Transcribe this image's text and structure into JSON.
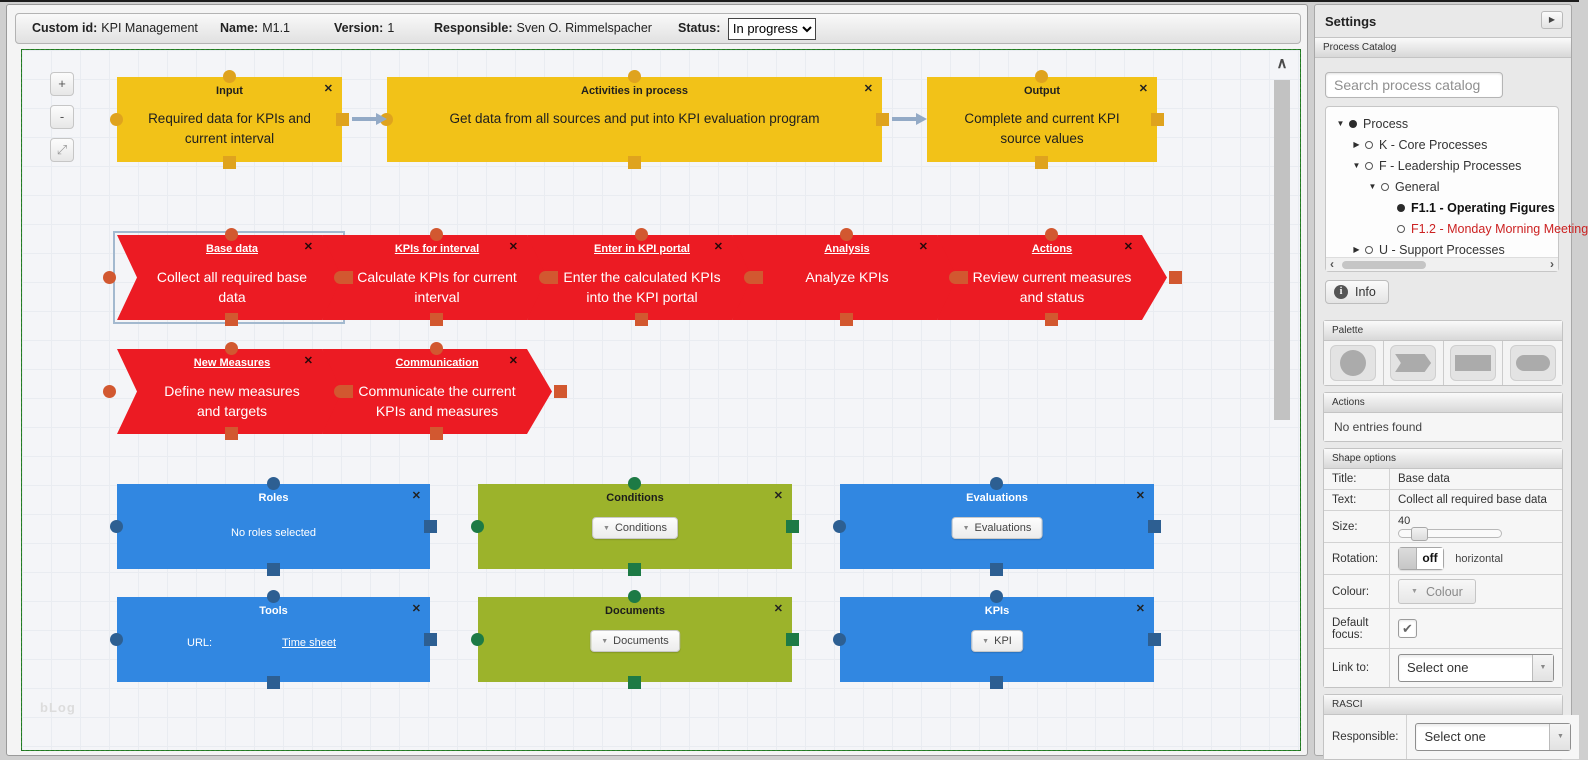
{
  "icons": {
    "close": "✕",
    "dropdown": "▼",
    "expand_down": "▼",
    "expand_right": "▶",
    "collapse_panel": "▶",
    "scroll_left": "‹",
    "scroll_right": "›",
    "scroll_up": "∧",
    "info": "i",
    "check": "✔",
    "zoom_in": "+",
    "zoom_out": "-",
    "fit_view": "⤢"
  },
  "header": {
    "custom_id_label": "Custom id:",
    "custom_id_value": "KPI Management",
    "name_label": "Name:",
    "name_value": "M1.1",
    "version_label": "Version:",
    "version_value": "1",
    "responsible_label": "Responsible:",
    "responsible_value": "Sven O. Rimmelspacher",
    "status_label": "Status:",
    "status_value": "In progress"
  },
  "canvas": {
    "watermark": "bLog",
    "colors": {
      "yellow": "#F2C218",
      "red": "#EC1B23",
      "blue": "#3187E1",
      "green": "#9CB32B",
      "yellow_connector": "#DFA31E",
      "red_connector": "#D25830",
      "blue_connector": "#2D5F92",
      "green_connector": "#1D7A45",
      "arrow": "#93AAC6",
      "selection": "#A3B9CF"
    },
    "yellow_boxes": [
      {
        "title": "Input",
        "text": "Required data for KPIs and current interval"
      },
      {
        "title": "Activities in process",
        "text": "Get data from all sources and put into KPI evaluation program"
      },
      {
        "title": "Output",
        "text": "Complete and current KPI source values"
      }
    ],
    "red_shapes": [
      {
        "title": "Base data",
        "text": "Collect all required base data",
        "selected": true
      },
      {
        "title": "KPIs for interval",
        "text": "Calculate KPIs for current interval"
      },
      {
        "title": "Enter in KPI portal",
        "text": "Enter the calculated KPIs into the KPI portal"
      },
      {
        "title": "Analysis",
        "text": "Analyze KPIs"
      },
      {
        "title": "Actions",
        "text": "Review current measures and status"
      },
      {
        "title": "New Measures",
        "text": "Define new measures and targets"
      },
      {
        "title": "Communication",
        "text": "Communicate the current KPIs and measures"
      }
    ],
    "info_boxes": [
      {
        "title": "Roles",
        "text": "No roles selected"
      },
      {
        "title": "Conditions",
        "dropdown_label": "Conditions"
      },
      {
        "title": "Evaluations",
        "dropdown_label": "Evaluations"
      },
      {
        "title": "Tools",
        "url_label": "URL:",
        "link_label": "Time sheet"
      },
      {
        "title": "Documents",
        "dropdown_label": "Documents"
      },
      {
        "title": "KPIs",
        "dropdown_label": "KPI"
      }
    ]
  },
  "sidebar": {
    "title": "Settings",
    "process_catalog": {
      "header": "Process Catalog",
      "search_placeholder": "Search process catalog",
      "tree": {
        "items": [
          {
            "label": "Process"
          },
          {
            "label": "K - Core Processes"
          },
          {
            "label": "F - Leadership Processes"
          },
          {
            "label": "General"
          },
          {
            "label": "F1.1 - Operating Figures"
          },
          {
            "label": "F1.2 - Monday Morning Meeting"
          },
          {
            "label": "U - Support Processes"
          }
        ]
      },
      "info_button": "Info"
    },
    "palette": {
      "header": "Palette"
    },
    "actions": {
      "header": "Actions",
      "empty_text": "No entries found"
    },
    "shape_options": {
      "header": "Shape options",
      "title_label": "Title:",
      "title_value": "Base data",
      "text_label": "Text:",
      "text_value": "Collect all required base data",
      "size_label": "Size:",
      "size_value": "40",
      "rotation_label": "Rotation:",
      "rotation_state": "off",
      "rotation_mode": "horizontal",
      "colour_label": "Colour:",
      "colour_button": "Colour",
      "default_focus_label": "Default focus:",
      "link_to_label": "Link to:",
      "link_to_value": "Select one"
    },
    "rasci": {
      "header": "RASCI",
      "responsible_label": "Responsible:",
      "responsible_value": "Select one"
    }
  }
}
